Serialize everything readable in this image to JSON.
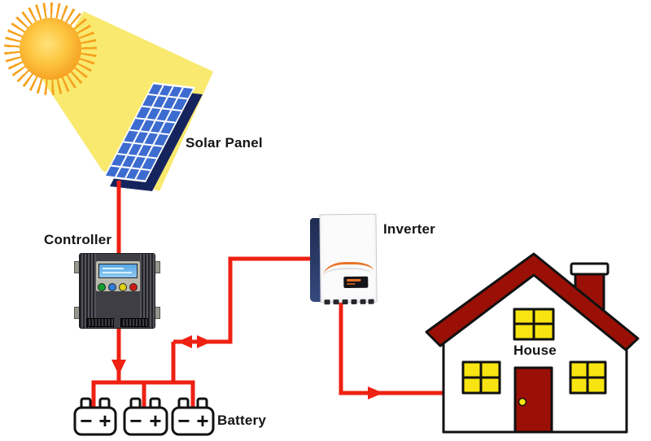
{
  "labels": {
    "solar_panel": "Solar Panel",
    "controller": "Controller",
    "inverter": "Inverter",
    "battery": "Battery",
    "house": "House"
  },
  "battery": {
    "minus": "−",
    "plus": "+"
  },
  "colors": {
    "wire_red": "#ee2113",
    "roof_door_red": "#9b1006",
    "panel_cell_blue": "#3d6cd0",
    "panel_edge_navy": "#16245e",
    "window_yellow": "#f8e411",
    "beam_yellow": "#f9e96e",
    "sun_orange": "#f59d1f",
    "inverter_navy": "#2c3b66",
    "inverter_stripe_orange": "#e87428",
    "controller_gray": "#3e3e44",
    "outline_black": "#111111"
  }
}
